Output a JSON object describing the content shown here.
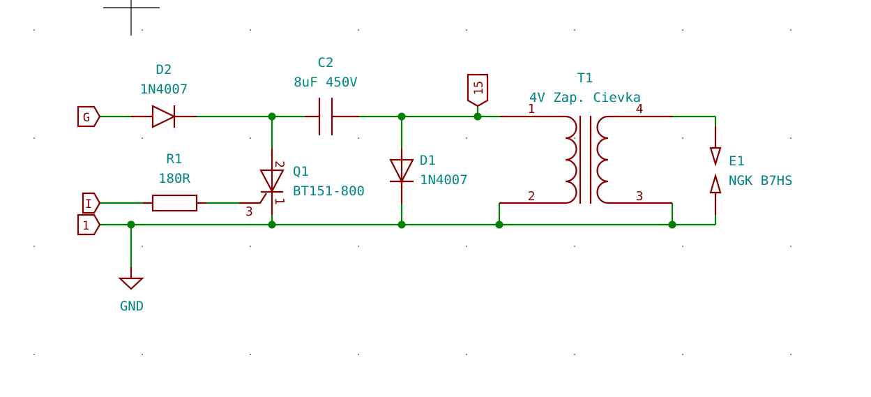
{
  "app": {
    "view": "schematic-editor-canvas"
  },
  "colors": {
    "wire": "#008000",
    "symbol": "#840000",
    "reference_text": "#008484",
    "grid": "#8a8a8a",
    "background": "#ffffff"
  },
  "labels": {
    "G": "G",
    "I": "I",
    "one": "1",
    "fifteen": "15"
  },
  "components": {
    "D2": {
      "ref": "D2",
      "value": "1N4007"
    },
    "C2": {
      "ref": "C2",
      "value": "8uF 450V"
    },
    "R1": {
      "ref": "R1",
      "value": "180R"
    },
    "Q1": {
      "ref": "Q1",
      "value": "BT151-800",
      "pins": {
        "anode": "2",
        "cathode": "1",
        "gate": "3"
      }
    },
    "D1": {
      "ref": "D1",
      "value": "1N4007"
    },
    "T1": {
      "ref": "T1",
      "value": "4V Zap. Cievka",
      "pins": {
        "p1": "1",
        "p2": "2",
        "p3": "3",
        "p4": "4"
      }
    },
    "E1": {
      "ref": "E1",
      "value": "NGK B7HS"
    },
    "GND": {
      "value": "GND"
    }
  }
}
